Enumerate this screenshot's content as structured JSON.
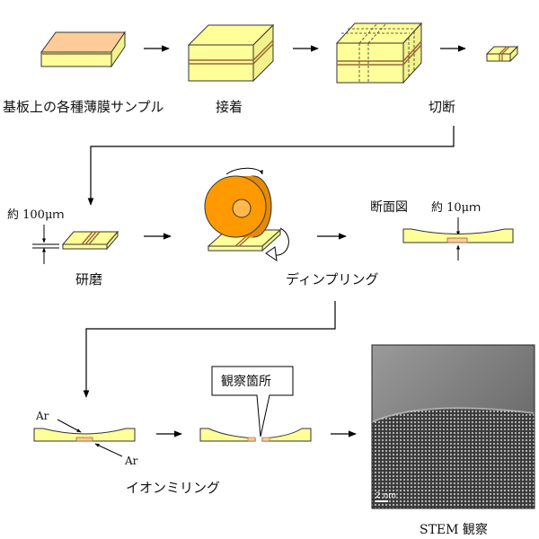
{
  "labels": {
    "step1": "基板上の各種薄膜サンプル",
    "step2": "接着",
    "step3": "切断",
    "polish": "研磨",
    "thickness_polish": "約 100μｍ",
    "dimpling": "ディンプリング",
    "cross_section": "断面図",
    "thickness_dimple": "約 10μｍ",
    "argon_top": "Ar",
    "argon_bottom": "Ar",
    "ion_milling": "イオンミリング",
    "observation_point": "観察箇所",
    "scale_bar": "2 nm",
    "stem": "STEM 観察"
  },
  "colors": {
    "block_face": "#ffff99",
    "block_top_substrate": "#ffcc99",
    "film_brown": "#996633",
    "wheel_orange": "#ff9900",
    "outline": "#333333"
  }
}
